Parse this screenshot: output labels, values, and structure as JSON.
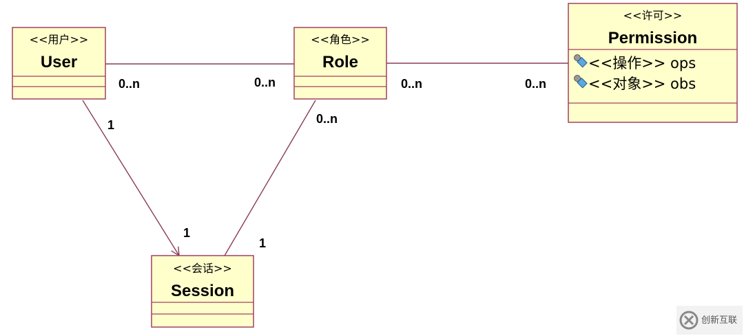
{
  "diagram": {
    "classes": {
      "user": {
        "stereotype": "<<用户>>",
        "name": "User"
      },
      "role": {
        "stereotype": "<<角色>>",
        "name": "Role"
      },
      "permission": {
        "stereotype": "<<许可>>",
        "name": "Permission",
        "attributes": [
          "<<操作>> ops",
          "<<对象>> obs"
        ]
      },
      "session": {
        "stereotype": "<<会话>>",
        "name": "Session"
      }
    },
    "multiplicities": {
      "user_role_user_end": "0..n",
      "user_role_role_end": "0..n",
      "role_perm_role_end": "0..n",
      "role_perm_perm_end": "0..n",
      "user_session_user_end": "1",
      "user_session_session_end": "1",
      "role_session_role_end": "0..n",
      "role_session_session_end": "1"
    }
  },
  "watermark": {
    "text": "创新互联"
  },
  "colors": {
    "class_fill": "#ffffcc",
    "class_border": "#a04060",
    "line": "#8a3a5a"
  }
}
